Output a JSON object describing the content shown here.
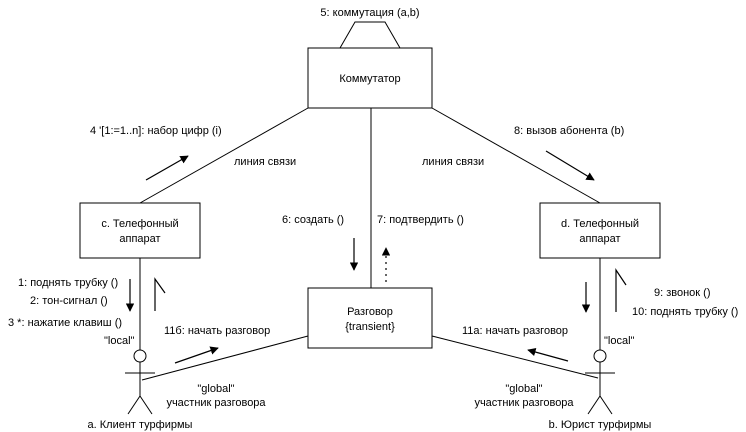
{
  "nodes": {
    "switch": "Коммутатор",
    "phone_c": [
      "с. Телефонный",
      "аппарат"
    ],
    "phone_d": [
      "d. Телефонный",
      "аппарат"
    ],
    "conversation": [
      "Разговор",
      "{transient}"
    ]
  },
  "actors": {
    "client": "a. Клиент турфирмы",
    "lawyer": "b. Юрист турфирмы"
  },
  "messages": {
    "m5": "5: коммутация (a,b)",
    "m4": "4 '[1:=1..n]: набор цифр (i)",
    "m8": "8: вызов абонента (b)",
    "m6": "6: создать ()",
    "m7": "7: подтвердить ()",
    "m1": "1: поднять трубку ()",
    "m2": "2: тон-сигнал ()",
    "m3": "3 *: нажатие клавиш ()",
    "m11b": "11б: начать разговор",
    "m11a": "11а: начать разговор",
    "m9": "9: звонок ()",
    "m10": "10: поднять трубку ()"
  },
  "links": {
    "line_left": "линия связи",
    "line_right": "линия связи"
  },
  "roles": {
    "local_left": "\"local\"",
    "local_right": "\"local\"",
    "global_left": [
      "\"global\"",
      "участник разговора"
    ],
    "global_right": [
      "\"global\"",
      "участник разговора"
    ]
  }
}
